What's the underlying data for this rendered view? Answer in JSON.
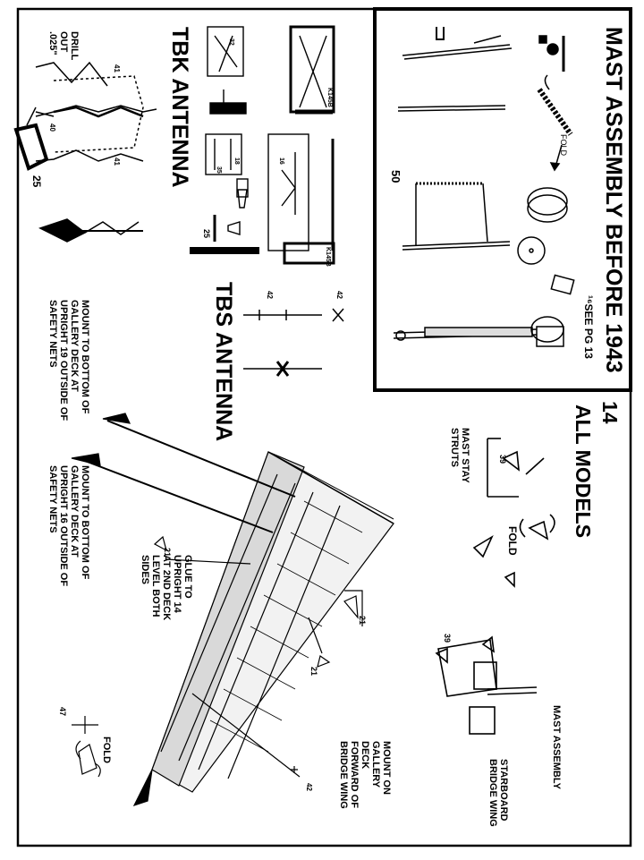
{
  "page_number": "14",
  "titles": {
    "mast_assembly_before_1943": "MAST ASSEMBLY BEFORE 1943",
    "all_models": "ALL MODELS",
    "tbk_antenna": "TBK ANTENNA",
    "tbs_antenna": "TBS ANTENNA"
  },
  "notes": {
    "see_pg_13": "¹⁶SEE PG 13",
    "fold": "FOLD",
    "drill_out": "DRILL\nOUT\n.025\"",
    "mast_stay_struts": "MAST STAY\nSTRUTS",
    "mount_gallery_19": "MOUNT TO BOTTOM OF\nGALLERY DECK AT\nUPRIGHT 19 OUTSIDE OF\nSAFETY NETS",
    "mount_gallery_16": "MOUNT TO BOTTOM OF\nGALLERY DECK AT\nUPRIGHT 16 OUTSIDE OF\nSAFETY NETS",
    "glue_upright_14": "GLUE TO\nUPRIGHT 14\nAT 2ND DECK\nLEVEL BOTH\nSIDES",
    "mount_gallery_deck": "MOUNT ON\nGALLERY\nDECK\nFORWARD OF\nBRIDGE WING",
    "mast_assembly": "MAST ASSEMBLY",
    "starboard_bridge_wing": "STARBOARD\nBRIDGE WING"
  },
  "part_numbers": {
    "p50": "50",
    "p25a": "25",
    "p25b": "25",
    "p40": "40",
    "p41a": "41",
    "p41b": "41",
    "p42a": "42",
    "p42b": "42",
    "p42c": "42",
    "p39a": "39",
    "p39b": "39",
    "p21a": "21",
    "p21b": "21",
    "p21c": "21",
    "p47": "47",
    "p35": "35",
    "p32": "32",
    "p16": "16",
    "p18": "18",
    "k145a": "K145B",
    "k145b": "K145B"
  },
  "colors": {
    "ink": "#000000",
    "paper": "#ffffff",
    "hull_gray": "#888888"
  }
}
